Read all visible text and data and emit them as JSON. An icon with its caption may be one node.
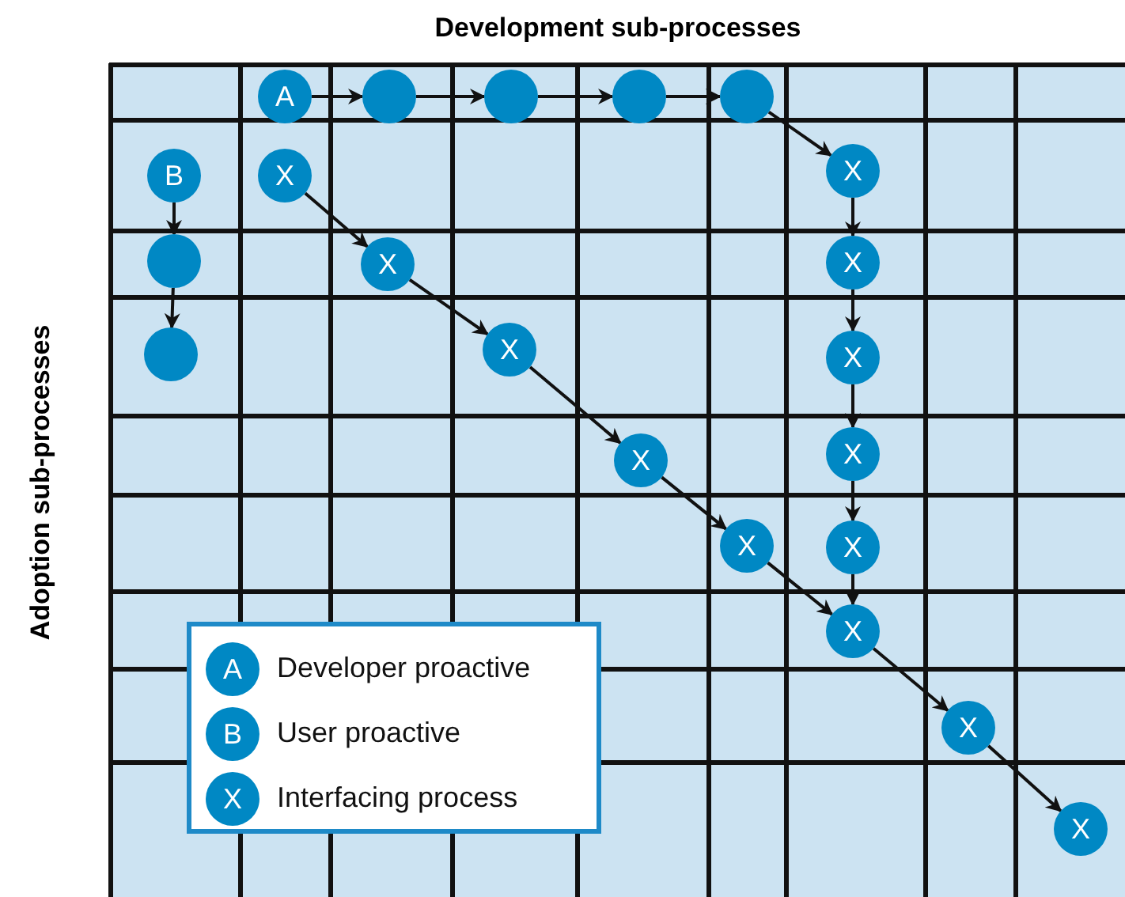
{
  "diagram": {
    "nodes": [
      {
        "text": [
          "A"
        ]
      },
      {
        "text": [],
        "shape": "circle"
      },
      {
        "text": [],
        "shape": "circle"
      },
      {
        "text": [],
        "shape": "circle"
      },
      {
        "text": [],
        "shape": "circle"
      },
      {
        "text": [
          "B"
        ]
      },
      {
        "text": [
          "X"
        ]
      },
      {
        "text": [
          "X"
        ]
      },
      {
        "text": [],
        "shape": "circle"
      },
      {
        "text": [
          "X"
        ]
      },
      {
        "text": [
          "X"
        ]
      },
      {
        "text": [],
        "shape": "circle"
      },
      {
        "text": [
          "X"
        ]
      },
      {
        "text": [
          "X"
        ]
      },
      {
        "text": [
          "X"
        ]
      },
      {
        "text": [
          "X"
        ]
      },
      {
        "text": [
          "X"
        ]
      },
      {
        "text": [
          "X"
        ]
      },
      {
        "text": [
          "X"
        ]
      },
      {
        "text": [
          "X"
        ]
      },
      {
        "text": [
          "X"
        ]
      }
    ],
    "edges": [
      {
        "from": 0,
        "to": 1,
        "arrow": "to"
      },
      {
        "from": 1,
        "to": 2,
        "arrow": "to"
      },
      {
        "from": 2,
        "to": 3,
        "arrow": "to"
      },
      {
        "from": 3,
        "to": 4,
        "arrow": "to"
      },
      {
        "from": 4,
        "to": 7,
        "arrow": "to"
      },
      {
        "from": 7,
        "to": 10,
        "arrow": "to"
      },
      {
        "from": 10,
        "to": 13,
        "arrow": "to"
      },
      {
        "from": 13,
        "to": 15,
        "arrow": "to"
      },
      {
        "from": 15,
        "to": 17,
        "arrow": "to"
      },
      {
        "from": 17,
        "to": 18,
        "arrow": "to"
      },
      {
        "from": 5,
        "to": 8,
        "arrow": "to"
      },
      {
        "from": 8,
        "to": 11,
        "arrow": "to"
      },
      {
        "from": 6,
        "to": 9,
        "arrow": "to"
      },
      {
        "from": 9,
        "to": 12,
        "arrow": "to"
      },
      {
        "from": 12,
        "to": 14,
        "arrow": "to"
      },
      {
        "from": 14,
        "to": 16,
        "arrow": "to"
      },
      {
        "from": 16,
        "to": 18,
        "arrow": "to"
      },
      {
        "from": 18,
        "to": 19,
        "arrow": "to"
      },
      {
        "from": 19,
        "to": 20,
        "arrow": "to"
      }
    ],
    "labels": [
      "Development sub-processes",
      "Adoption sub-processes",
      "A",
      "B",
      "X"
    ],
    "legend": [
      {
        "text": "Developer proactive"
      },
      {
        "text": "User proactive"
      },
      {
        "text": "Interfacing process"
      }
    ]
  }
}
